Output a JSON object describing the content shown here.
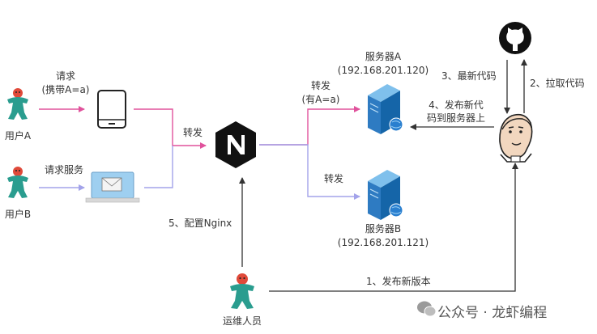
{
  "nodes": {
    "user_a": {
      "label": "用户A"
    },
    "user_b": {
      "label": "用户B"
    },
    "server_a": {
      "title": "服务器A",
      "ip": "(192.168.201.120)"
    },
    "server_b": {
      "title": "服务器B",
      "ip": "(192.168.201.121)"
    },
    "ops": {
      "label": "运维人员"
    }
  },
  "edges": {
    "request_a_1": "请求",
    "request_a_2": "(携带A=a)",
    "request_b": "请求服务",
    "forward_in": "转发",
    "forward_a_1": "转发",
    "forward_a_2": "(有A=a)",
    "forward_b": "转发",
    "step1": "1、发布新版本",
    "step2": "2、拉取代码",
    "step3": "3、最新代码",
    "step4_1": "4、发布新代",
    "step4_2": "码到服务器上",
    "step5": "5、配置Nginx"
  },
  "watermark": "公众号 · 龙虾编程",
  "colors": {
    "pink": "#e0529c",
    "lavender": "#a3a3ea",
    "arrow_dark": "#333333",
    "person_teal": "#2a9d8f",
    "person_head": "#e04a3a"
  }
}
